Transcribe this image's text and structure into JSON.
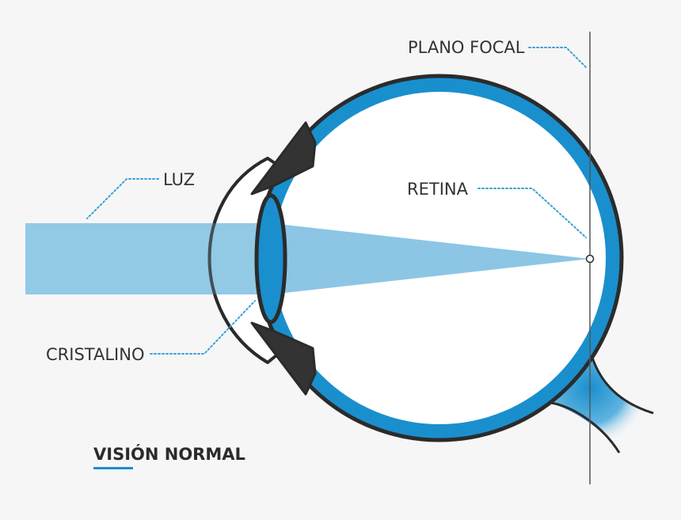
{
  "labels": {
    "plano_focal": "PLANO FOCAL",
    "luz": "LUZ",
    "retina": "RETINA",
    "cristalino": "CRISTALINO",
    "title": "VISIÓN NORMAL"
  },
  "colors": {
    "background": "#f6f6f6",
    "outline": "#2b2b2b",
    "accent_blue": "#1a8fce",
    "light_beam": "#8cc6e4",
    "eye_interior": "#ffffff",
    "leader": "#3aa0d8"
  }
}
